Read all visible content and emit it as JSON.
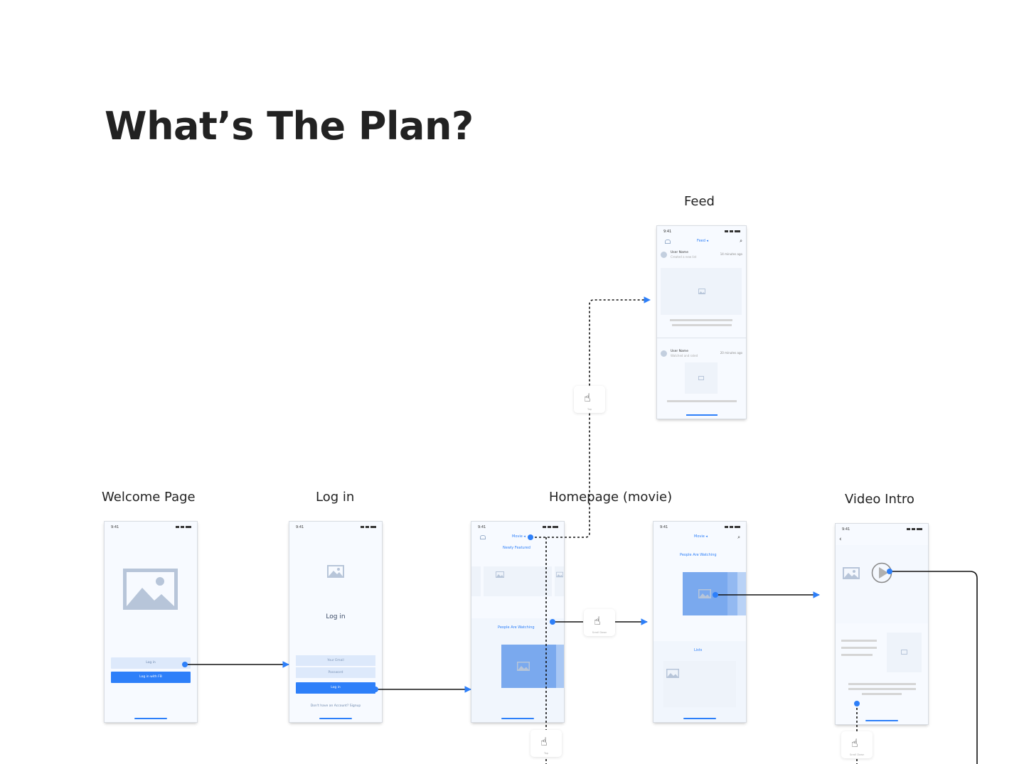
{
  "title": "What’s The Plan?",
  "screens": {
    "welcome": {
      "label": "Welcome Page",
      "time": "9:41",
      "login_button": "Log in",
      "fb_button": "Log in with FB"
    },
    "login": {
      "label": "Log in",
      "time": "9:41",
      "heading": "Log in",
      "email_placeholder": "Your Email",
      "password_placeholder": "Password",
      "login_button": "Log in",
      "signup_text": "Don't have an Account? Signup"
    },
    "home_a": {
      "time": "9:41",
      "nav_title": "Movie ◂",
      "section1": "Newly Featured",
      "section2": "People Are Watching"
    },
    "home_b": {
      "label": "Homepage (movie)",
      "time": "9:41",
      "nav_title": "Movie ◂",
      "section1": "People Are Watching",
      "section2": "Lists"
    },
    "video": {
      "label": "Video Intro",
      "time": "9:41"
    },
    "feed": {
      "label": "Feed",
      "time": "9:41",
      "nav_title": "Feed ◂",
      "post1_user": "User Name",
      "post1_action": "Created a new list",
      "post1_time": "14 minutes ago",
      "post2_user": "User Name",
      "post2_action": "Watched and rated",
      "post2_time": "20 minutes ago"
    }
  },
  "gestures": {
    "tap_feed": "Tap",
    "scroll_down": "Scroll Down",
    "tap_bottom": "Tap",
    "scroll_down_video": "Scroll Down"
  },
  "colors": {
    "accent": "#2d7ff9",
    "placeholder": "#b7c5d9",
    "screen_bg": "#f7faff"
  }
}
